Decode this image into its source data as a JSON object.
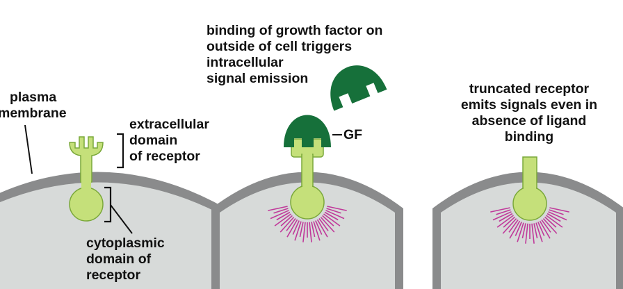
{
  "colors": {
    "membrane": "#8a8b8c",
    "cytoplasm": "#d7dad9",
    "receptor_fill": "#c5e07a",
    "receptor_stroke": "#7aa83a",
    "growth_factor": "#16703a",
    "signal_rays": "#c0399a",
    "text": "#111111"
  },
  "panel1": {
    "membrane_label_line1": "plasma",
    "membrane_label_line2": "membrane",
    "extracellular_line1": "extracellular",
    "extracellular_line2": "domain",
    "extracellular_line3": "of receptor",
    "cytoplasmic_line1": "cytoplasmic",
    "cytoplasmic_line2": "domain of",
    "cytoplasmic_line3": "receptor"
  },
  "panel2": {
    "caption_line1": "binding of growth factor on",
    "caption_line2": "outside of cell triggers",
    "caption_line3": "intracellular",
    "caption_line4": "signal emission",
    "gf_label": "GF"
  },
  "panel3": {
    "caption_line1": "truncated receptor",
    "caption_line2": "emits signals even in",
    "caption_line3": "absence of ligand",
    "caption_line4": "binding"
  }
}
